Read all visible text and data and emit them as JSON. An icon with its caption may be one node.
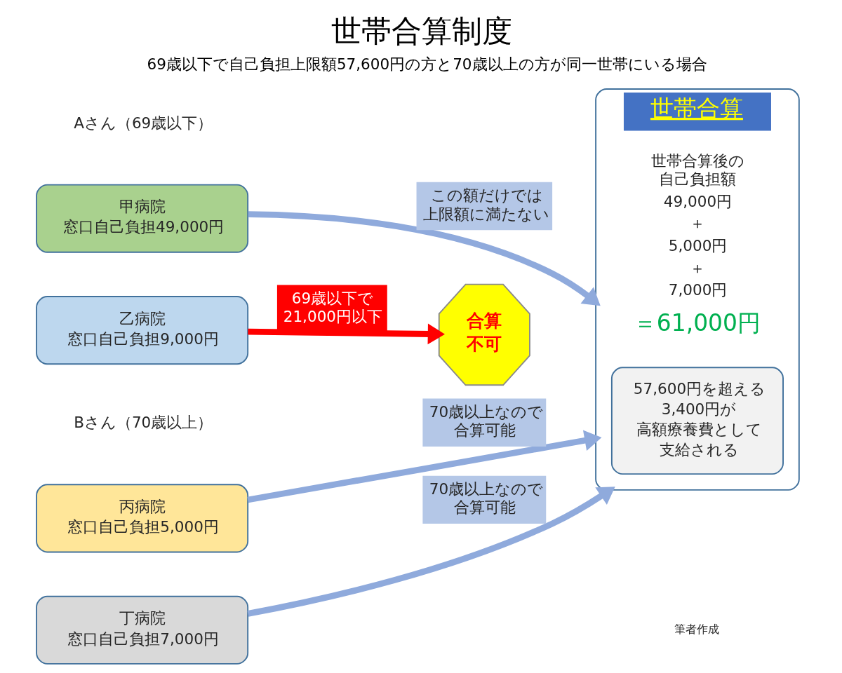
{
  "diagram": {
    "title": "世帯合算制度",
    "caption": "69歳以下で自己負担上限額57,600円の方と70歳以上の方が同一世帯にいる場合",
    "nodes": [
      {
        "text": [
          "甲病院",
          "窓口自己負担49,000円"
        ]
      },
      {
        "text": [
          "乙病院",
          "窓口自己負担9,000円"
        ]
      },
      {
        "text": [
          "丙病院",
          "窓口自己負担5,000円"
        ]
      },
      {
        "text": [
          "丁病院",
          "窓口自己負担7,000円"
        ]
      },
      {
        "text": [
          "世帯合算",
          "世帯合算後の自己負担額",
          "49,000円",
          "＋",
          "5,000円",
          "＋",
          "7,000円",
          "＝61,000円"
        ]
      },
      {
        "text": [
          "57,600円を超える3,400円が高額療養費として支給される"
        ],
        "in": 4
      },
      {
        "text": [
          "合算不可"
        ]
      }
    ],
    "edges": [
      {
        "from": 0,
        "to": 4,
        "arrow": "to",
        "label": "この額だけでは上限額に満たない"
      },
      {
        "from": 1,
        "to": 6,
        "arrow": "to",
        "label": "69歳以下で21,000円以下",
        "color": "#ff0000"
      },
      {
        "from": 2,
        "to": 4,
        "arrow": "to",
        "label": "70歳以上なので合算可能"
      },
      {
        "from": 3,
        "to": 4,
        "arrow": "to",
        "label": "70歳以上なので合算可能"
      }
    ],
    "labels": [
      "Aさん（69歳以下）",
      "Bさん（70歳以上）",
      "筆者作成"
    ]
  }
}
